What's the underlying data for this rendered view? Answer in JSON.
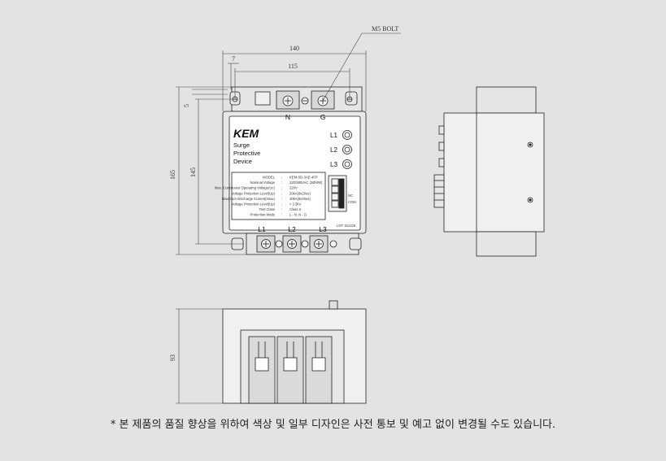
{
  "dimensions": {
    "width_total": "140",
    "width_mount": "115",
    "offset_left": "7",
    "height_total": "165",
    "height_mount": "145",
    "offset_top": "5",
    "depth": "93",
    "bolt": "M5 BOLT"
  },
  "top_terminals": {
    "n": "N",
    "g": "G"
  },
  "bottom_terminals": {
    "l1": "L1",
    "l2": "L2",
    "l3": "L3"
  },
  "front_panel": {
    "brand": "KEM",
    "title_lines": [
      "Surge",
      "Protective",
      "Device"
    ],
    "indicators": [
      "L1",
      "L2",
      "L3"
    ],
    "lot": "LOT 151228",
    "relay_labels": [
      "NC",
      "COM"
    ],
    "spec_rows": [
      {
        "label": "MODEL",
        "value": "KEM-SD-3AE-4FP"
      },
      {
        "label": "Nominal Voltage",
        "value": "220/380VAC (3Ø/4W)"
      },
      {
        "label": "Max. Continuous Operating Voltage(Uc)",
        "value": "320V"
      },
      {
        "label": "Voltage Protection Level(Up)",
        "value": "20kA(8x20us)"
      },
      {
        "label": "Maximum Discharge Current(Imax)",
        "value": "40kA(8x20us)"
      },
      {
        "label": "Voltage Protection Level(Up)",
        "value": "< 2.5kV"
      },
      {
        "label": "Test Class",
        "value": "Class II"
      },
      {
        "label": "Protection Mode",
        "value": "L - N, N - G"
      }
    ]
  },
  "footnote": "* 본 제품의 품질 향상을 위하여 색상 및 일부 디자인은 사전 통보 및 예고 없이 변경될 수도 있습니다."
}
